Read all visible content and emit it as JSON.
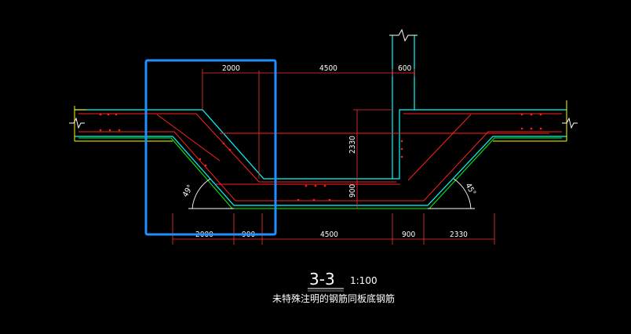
{
  "section_title": "3-3",
  "scale": "1:100",
  "note": "未特殊注明的钢筋同板底钢筋",
  "dimensions": {
    "top_left_slope": "2000",
    "top_bottom": "4500",
    "top_wall": "600",
    "vertical_depth": "2330",
    "vertical_small": "900",
    "bottom_1": "2000",
    "bottom_2": "900",
    "bottom_3": "4500",
    "bottom_4": "900",
    "bottom_5": "2330"
  },
  "angles": {
    "left": "49°",
    "right": "45°"
  },
  "colors": {
    "background": "#000000",
    "highlight_box": "#1e90ff",
    "concrete_outline": "#00ffff",
    "rebar_red": "#ff2020",
    "rebar_green": "#00ff00",
    "rebar_yellow": "#ffff00",
    "dimension": "#ff3030",
    "text": "#ffffff"
  }
}
